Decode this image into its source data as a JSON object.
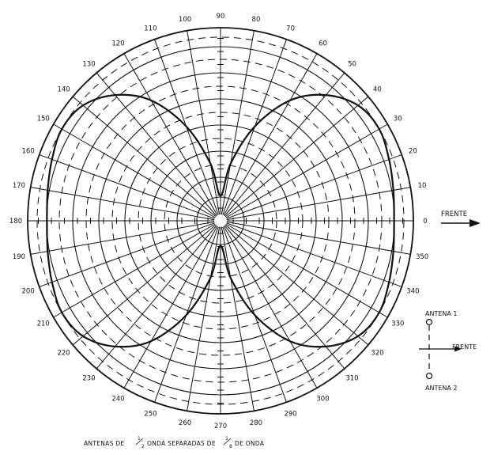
{
  "diagram": {
    "type": "polar-radiation-pattern",
    "angle_labels": [
      "0",
      "10",
      "20",
      "30",
      "40",
      "50",
      "60",
      "70",
      "80",
      "90",
      "100",
      "110",
      "120",
      "130",
      "140",
      "150",
      "160",
      "170",
      "180",
      "190",
      "200",
      "210",
      "220",
      "230",
      "240",
      "250",
      "260",
      "270",
      "280",
      "290",
      "300",
      "310",
      "320",
      "330",
      "340",
      "350"
    ],
    "front_label": "FRENTE",
    "legend": {
      "antenna1": "ANTENA 1",
      "antenna2": "ANTENA 2",
      "front": "FRENTE"
    },
    "caption": {
      "part1": "ANTENAS DE",
      "frac1_num": "1",
      "frac1_den": "2",
      "part2": "ONDA SEPARADAS DE",
      "frac2_num": "1",
      "frac2_den": "8",
      "part3": "DE ONDA"
    },
    "pattern": {
      "angles_deg": [
        0,
        10,
        20,
        30,
        40,
        50,
        60,
        70,
        80,
        90,
        100,
        110,
        120,
        130,
        140,
        150,
        160,
        170,
        180
      ],
      "relative_radius": [
        0.9,
        0.91,
        0.93,
        0.95,
        0.93,
        0.85,
        0.72,
        0.52,
        0.3,
        0.13,
        0.3,
        0.52,
        0.72,
        0.85,
        0.93,
        0.95,
        0.93,
        0.91,
        0.9
      ]
    }
  }
}
